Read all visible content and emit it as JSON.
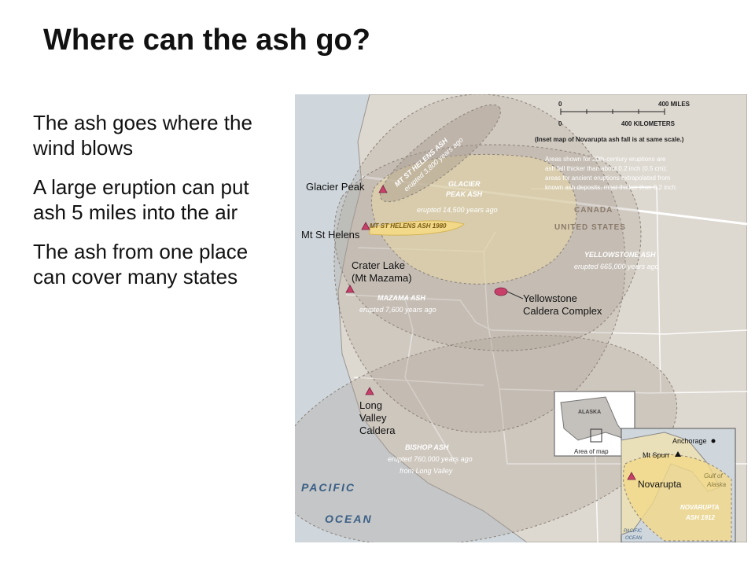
{
  "slide": {
    "title": "Where can the ash go?",
    "bullets": [
      "The ash goes where the wind blows",
      "A large eruption can put ash 5 miles into the air",
      "The ash from one place can cover many states"
    ]
  },
  "map": {
    "scale": {
      "miles_end": "400 MILES",
      "km_end": "400 KILOMETERS",
      "zero": "0",
      "inset_note": "(Inset map of Novarupta ash fall is at same scale.)"
    },
    "legend_note": [
      "Areas shown for 20th-century eruptions are",
      "ash fall thicker than about 0.2 inch (0.5 cm);",
      "areas for ancient eruptions extrapolated from",
      "known ash deposits, most thicker than 0.2 inch."
    ],
    "volcanoes": {
      "glacier_peak": "Glacier Peak",
      "st_helens": "Mt St Helens",
      "crater_lake_1": "Crater Lake",
      "crater_lake_2": "(Mt Mazama)",
      "yellowstone_1": "Yellowstone",
      "yellowstone_2": "Caldera Complex",
      "long_valley_1": "Long",
      "long_valley_2": "Valley",
      "long_valley_3": "Caldera"
    },
    "ash_labels": {
      "mt_st_helens_ash": "MT ST HELENS ASH",
      "mt_st_helens_ash_date": "erupted 3,800 years ago",
      "glacier_peak_ash_1": "GLACIER",
      "glacier_peak_ash_2": "PEAK ASH",
      "glacier_peak_ash_date": "erupted 14,500 years ago",
      "st_helens_1980": "MT ST HELENS ASH 1980",
      "yellowstone_ash": "YELLOWSTONE ASH",
      "yellowstone_ash_date": "erupted 665,000 years ago",
      "mazama_ash": "MAZAMA ASH",
      "mazama_ash_date": "erupted 7,600 years ago",
      "bishop_ash": "BISHOP ASH",
      "bishop_ash_date_1": "erupted 760,000 years ago",
      "bishop_ash_date_2": "from Long Valley"
    },
    "countries": {
      "canada": "CANADA",
      "united_states": "UNITED STATES"
    },
    "ocean": {
      "pacific": "PACIFIC",
      "ocean": "OCEAN"
    },
    "inset": {
      "alaska": "ALASKA",
      "area_of_map": "Area of map",
      "anchorage": "Anchorage",
      "mt_spurr": "Mt Spurr",
      "novarupta": "Novarupta",
      "gulf_1": "Gulf of",
      "gulf_2": "Alaska",
      "novarupta_ash_1": "NOVARUPTA",
      "novarupta_ash_2": "ASH 1912",
      "pacific_small_1": "PACIFIC",
      "pacific_small_2": "OCEAN"
    },
    "colors": {
      "land": "#ddd8d0",
      "water": "#cfd7dd",
      "ash_fill": "#a89c90",
      "yellow_ash": "#f2d98a",
      "volcano": "#c8406a",
      "ocean_text": "#3b5f86"
    }
  }
}
